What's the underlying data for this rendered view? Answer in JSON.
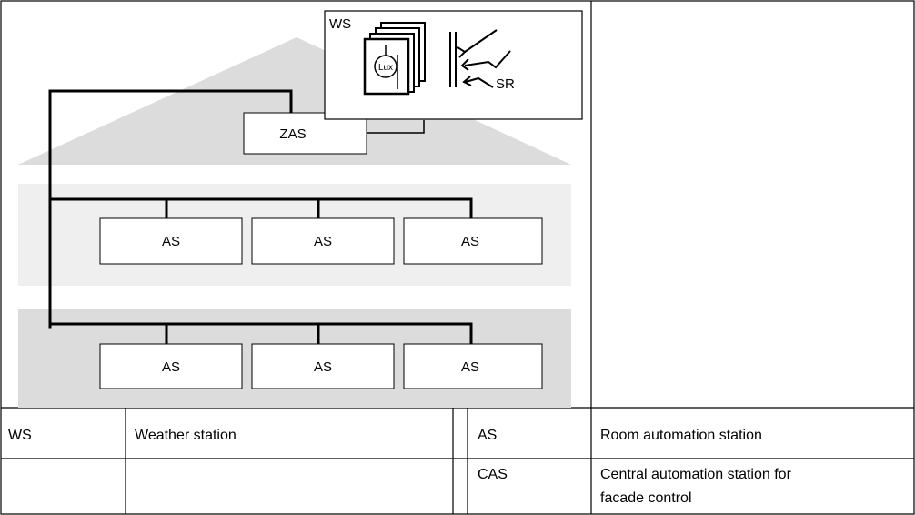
{
  "diagram": {
    "weather_station_box_label": "WS",
    "lux_label": "Lux",
    "sr_label": "SR",
    "zas_label": "ZAS",
    "upper_floor_stations": [
      "AS",
      "AS",
      "AS"
    ],
    "lower_floor_stations": [
      "AS",
      "AS",
      "AS"
    ]
  },
  "legend": {
    "rows": [
      {
        "abbr_left": "WS",
        "desc_left": "Weather station",
        "abbr_right": "AS",
        "desc_right": "Room automation station"
      },
      {
        "abbr_left": "",
        "desc_left": "",
        "abbr_right": "CAS",
        "desc_right_line1": "Central automation station for",
        "desc_right_line2": "facade control"
      }
    ]
  },
  "colors": {
    "roof": "#dcdcdc",
    "upper_floor": "#efefef",
    "lower_floor": "#dcdcdc",
    "lines": "#000000"
  }
}
